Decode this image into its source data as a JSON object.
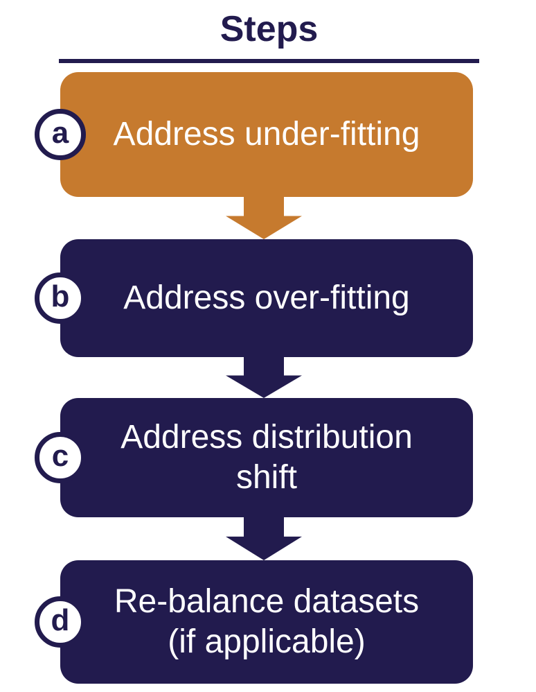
{
  "title": "Steps",
  "colors": {
    "orange": "#C67A2E",
    "navy": "#221B4E",
    "text_light": "#FFFFFF"
  },
  "steps": [
    {
      "badge": "a",
      "line1": "Address under-fitting",
      "line2": ""
    },
    {
      "badge": "b",
      "line1": "Address over-fitting",
      "line2": ""
    },
    {
      "badge": "c",
      "line1": "Address distribution",
      "line2": "shift"
    },
    {
      "badge": "d",
      "line1": "Re-balance datasets",
      "line2": "(if applicable)"
    }
  ]
}
